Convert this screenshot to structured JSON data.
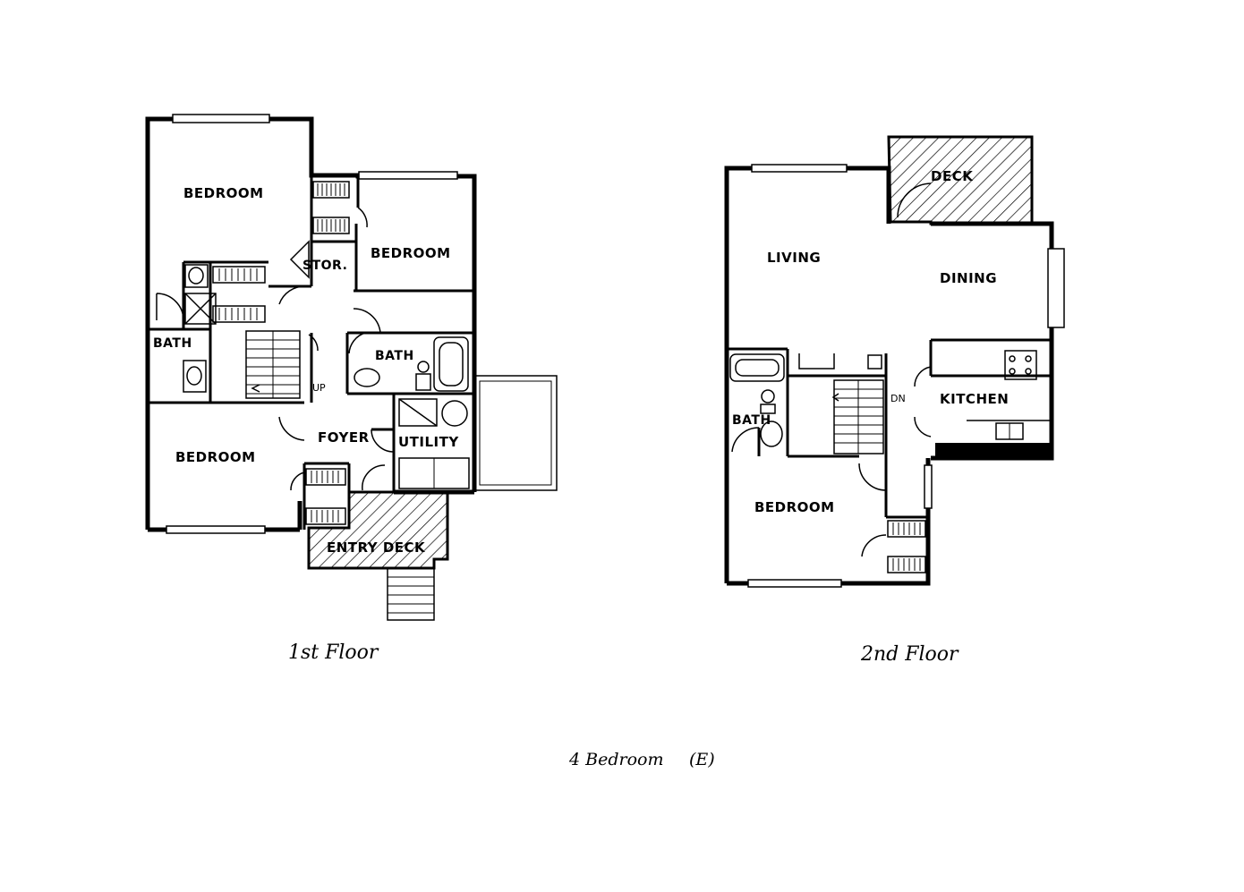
{
  "first_floor": {
    "caption": "1st Floor",
    "rooms": {
      "bedroom_top": "BEDROOM",
      "bedroom_middle": "BEDROOM",
      "bedroom_bottom": "BEDROOM",
      "storage": "STOR.",
      "bath_left": "BATH",
      "bath_center": "BATH",
      "foyer": "FOYER",
      "utility": "UTILITY",
      "entry_deck": "ENTRY DECK"
    },
    "stair_label": "UP"
  },
  "second_floor": {
    "caption": "2nd Floor",
    "rooms": {
      "deck": "DECK",
      "living": "LIVING",
      "dining": "DINING",
      "kitchen": "KITCHEN",
      "bath": "BATH",
      "bedroom": "BEDROOM"
    },
    "stair_label": "DN"
  },
  "plan_title": {
    "label": "4 Bedroom",
    "code": "(E)"
  }
}
